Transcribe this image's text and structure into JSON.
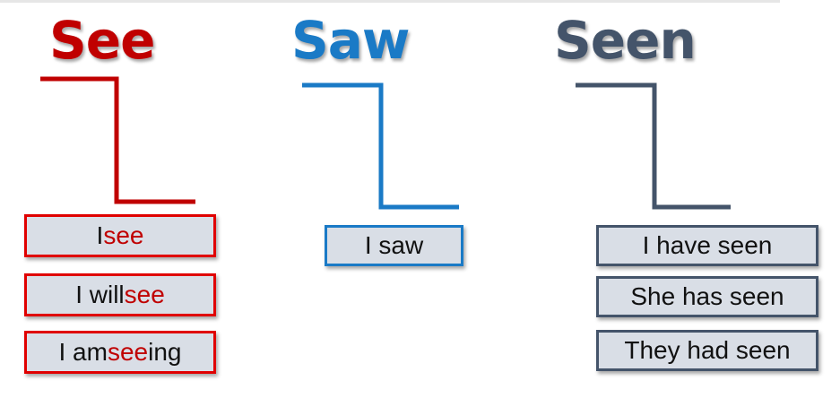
{
  "colors": {
    "see": "#c00000",
    "saw": "#1a7ac6",
    "seen": "#44546a",
    "box_fill": "#d9dee6",
    "text": "#111111"
  },
  "columns": {
    "see": {
      "heading": "See",
      "boxes": [
        {
          "pre": "I ",
          "hl": "see",
          "post": ""
        },
        {
          "pre": "I will ",
          "hl": "see",
          "post": ""
        },
        {
          "pre": "I am ",
          "hl": "see",
          "post": "ing"
        }
      ]
    },
    "saw": {
      "heading": "Saw",
      "boxes": [
        {
          "text": "I saw"
        }
      ]
    },
    "seen": {
      "heading": "Seen",
      "boxes": [
        {
          "text": "I have seen"
        },
        {
          "text": "She has seen"
        },
        {
          "text": "They had seen"
        }
      ]
    }
  }
}
